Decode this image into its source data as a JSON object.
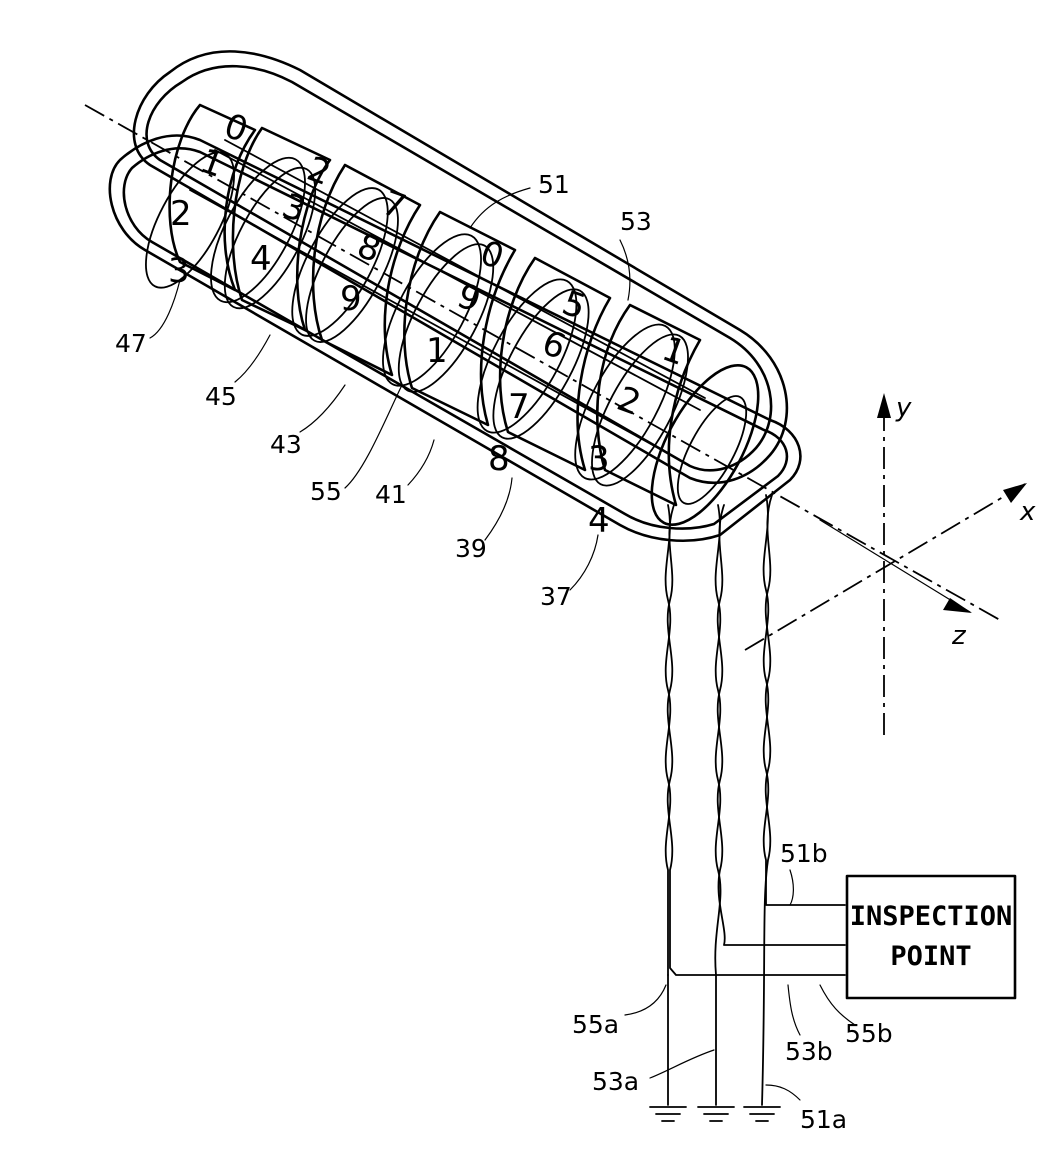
{
  "figure": {
    "inspection_box": {
      "line1": "INSPECTION",
      "line2": "POINT"
    },
    "axes": {
      "x": "x",
      "y": "y",
      "z": "z"
    },
    "reference_numerals": {
      "r51": "51",
      "r53": "53",
      "r47": "47",
      "r45": "45",
      "r43": "43",
      "r55": "55",
      "r41": "41",
      "r39": "39",
      "r37": "37",
      "r51b": "51b",
      "r55a": "55a",
      "r53a": "53a",
      "r53b": "53b",
      "r55b": "55b",
      "r51a": "51a"
    },
    "wheel_digits": {
      "w1": [
        "0",
        "1",
        "2",
        "3"
      ],
      "w2": [
        "2",
        "3",
        "4"
      ],
      "w3": [
        "7",
        "8",
        "9"
      ],
      "w4": [
        "0",
        "9",
        "1"
      ],
      "w5": [
        "5",
        "6",
        "7",
        "8"
      ],
      "w6": [
        "1",
        "2",
        "3",
        "4"
      ]
    }
  }
}
